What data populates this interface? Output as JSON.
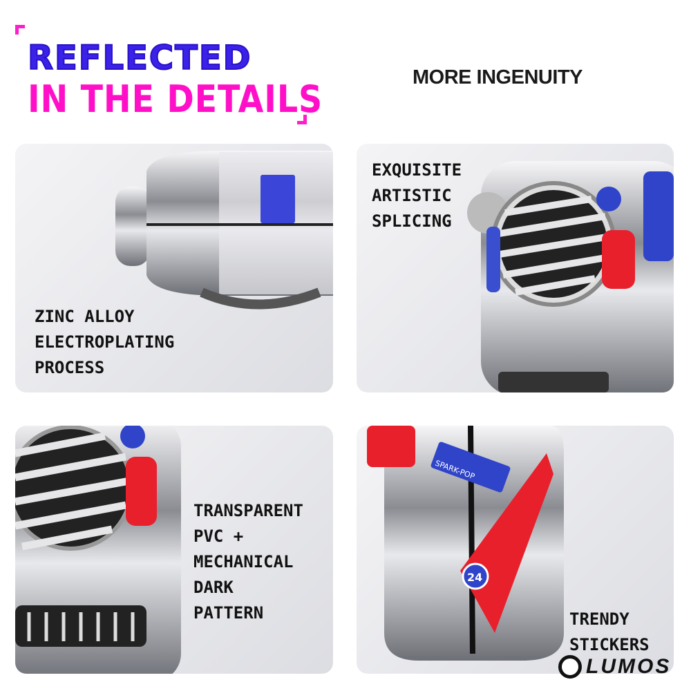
{
  "header": {
    "title_line1": "REFLECTED",
    "title_line2": "IN THE DETAILS",
    "subtitle": "MORE INGENUITY"
  },
  "panels": [
    {
      "caption": "ZINC ALLOY\nELECTROPLATING\nPROCESS"
    },
    {
      "caption": "EXQUISITE\nARTISTIC\nSPLICING"
    },
    {
      "caption": "TRANSPARENT\nPVC +\nMECHANICAL\nDARK\nPATTERN"
    },
    {
      "caption": "TRENDY\nSTICKERS"
    }
  ],
  "sticker_number": "24",
  "sticker_text": "SPARK-POP",
  "brand": "LUMOS",
  "colors": {
    "blue": "#3a22e8",
    "pink": "#ff10c8",
    "red": "#e8202c"
  }
}
